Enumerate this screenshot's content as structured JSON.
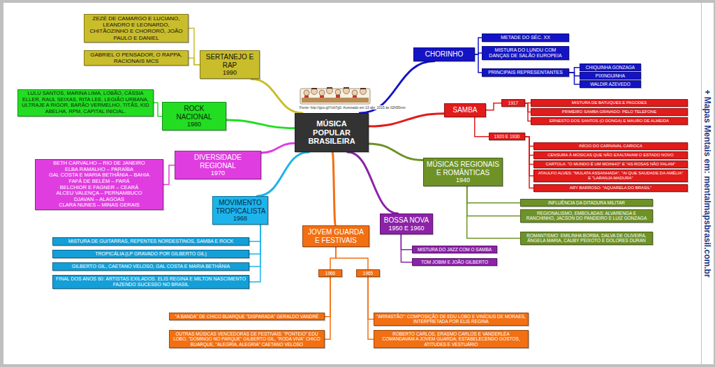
{
  "diagram": {
    "nodes": [
      {
        "text": [
          "MÚSICA POPULAR BRASILEIRA"
        ]
      },
      {
        "text": [
          "CHORINHO"
        ]
      },
      {
        "text": [
          "METADE DO SÉC. XX"
        ]
      },
      {
        "text": [
          "MISTURA DO LUNDU COM DANÇAS DE SALÃO EUROPEIA"
        ]
      },
      {
        "text": [
          "PRINCIPAIS REPRESENTANTES"
        ]
      },
      {
        "text": [
          "CHIQUINHA GONZAGA"
        ]
      },
      {
        "text": [
          "PIXINGUINHA"
        ]
      },
      {
        "text": [
          "WALDIR AZEVEDO"
        ]
      },
      {
        "text": [
          "SAMBA"
        ]
      },
      {
        "text": [
          "1917"
        ]
      },
      {
        "text": [
          "MISTURA DE BATUQUES E PAGODES"
        ]
      },
      {
        "text": [
          "PRIMEIRO SAMBA GRAVADO: PELO TELEFONE"
        ]
      },
      {
        "text": [
          "ERNESTO DOS SANTOS (O DONGA) E MAURO DE ALMEIDA"
        ]
      },
      {
        "text": [
          "1920 E 1930"
        ]
      },
      {
        "text": [
          "INÍCIO DO CARNAVAL CARIOCA"
        ]
      },
      {
        "text": [
          "CENSURA À MÚSICAS QUE NÃO EXALTAVAM O ESTADO NOVO"
        ]
      },
      {
        "text": [
          "CARTOLA: \"O MUNDO É UM MOINHO\" E \"AS ROSAS NÃO FALAM\""
        ]
      },
      {
        "text": [
          "ATAULFO ALVES: \"MULATA ASSANHADA\", \"AI QUE SAUDADE DA AMÉLIA\" E \"LARANJA MADURA\""
        ]
      },
      {
        "text": [
          "ARY BARROSO: \"AQUARELA DO BRASIL\""
        ]
      },
      {
        "text": [
          "MÚSICAS REGIONAIS E ROMÂNTICAS",
          "1940"
        ]
      },
      {
        "text": [
          "INFLUÊNCIA DA DITADURA MILITAR"
        ]
      },
      {
        "text": [
          "REGIONALISMO, EMBOLADAS: ALVARENGA E RANCHINHO, JACSON DO PANDEIRO E LUIZ GONZAGA"
        ]
      },
      {
        "text": [
          "ROMANTISMO: EMILINHA BORBA, DALVA DE OLIVEIRA, ÂNGELA MARIA, CAUBY PEIXOTO E DOLORES DURAN"
        ]
      },
      {
        "text": [
          "BOSSA NOVA",
          "1950 E 1960"
        ]
      },
      {
        "text": [
          "MISTURA DO JAZZ COM O SAMBA"
        ]
      },
      {
        "text": [
          "TOM JOBIM E JOÃO GILBERTO"
        ]
      },
      {
        "text": [
          "JOVEM GUARDA E FESTIVAIS"
        ]
      },
      {
        "text": [
          "1966"
        ]
      },
      {
        "text": [
          "\"A BANDA\" DE CHICO BUARQUE \"DISPARADA\" GERALDO VANDRÉ"
        ]
      },
      {
        "text": [
          "OUTRAS MÚSICAS VENCEDORAS DE FESTIVAIS: \"PONTEIO\" EDU LOBO, \"DOMINGO NO PARQUE\" GILBERTO GIL, \"RODA VIVA\" CHICO BUARQUE, \"ALEGRIA, ALEGRIA\" CAETANO VELOSO"
        ]
      },
      {
        "text": [
          "1965"
        ]
      },
      {
        "text": [
          "\"ARRASTÃO\": COMPOSIÇÃO DE EDU LOBO E VINÍCIUS DE MORAES, INTERPRETADA POR ELIS REGINA"
        ]
      },
      {
        "text": [
          "ROBERTO CARLOS, ERASMO CARLOS E VANDERLÉA COMANDAVAM A JOVEM GUARDA; ESTABELECENDO GOSTOS, ATITUDES E VESTUÁRIO"
        ]
      },
      {
        "text": [
          "MOVIMENTO TROPICALISTA",
          "1968"
        ]
      },
      {
        "text": [
          "MISTURA DE GUITARRAS, REPENTES NORDESTINOS, SAMBA E ROCK"
        ]
      },
      {
        "text": [
          "TROPICÁLIA (LP GRAVADO POR GILBERTO GIL)"
        ]
      },
      {
        "text": [
          "GILBERTO GIL, CAETANO VELOSO, GAL COSTA E MARIA BETHÂNIA"
        ]
      },
      {
        "text": [
          "FINAL DOS ANOS 60: ARTISTAS EXILADOS. ELIS REGINA E MILTON NASCIMENTO FAZENDO SUCESSO NO BRASIL"
        ]
      },
      {
        "text": [
          "DIVERSIDADE REGIONAL",
          "1970"
        ]
      },
      {
        "text": [
          "BETH CARVALHO – RIO DE JANEIRO",
          "ELBA RAMALHO – PARAÍBA",
          "GAL COSTA E MARIA BETHÂNIA – BAHIA",
          "FAFÁ DE BELÉM – PARÁ",
          "BELCHIOR E FAGNER – CEARÁ",
          "ALCEU VALENÇA – PERNAMBUCO",
          "DJAVAN – ALAGOAS",
          "CLARA NUNES – MINAS GERAIS"
        ]
      },
      {
        "text": [
          "ROCK NACIONAL",
          "1980"
        ]
      },
      {
        "text": [
          "LULU SANTOS, MARINA LIMA, LOBÃO, CÁSSIA ELLER, RAUL SEIXAS, RITA LEE, LEGIÃO URBANA, ULTRAJE A RIGOR, BARÃO VERMELHO, TITÃS, KID ABELHA, RPM, CAPITAL INICIAL."
        ]
      },
      {
        "text": [
          "SERTANEJO E RAP",
          "1990"
        ]
      },
      {
        "text": [
          "ZEZÉ DE CAMARGO E LUCIANO, LEANDRO E LEONARDO, CHITÃOZINHO E CHORORÓ, JOÃO PAULO E DANIEL"
        ]
      },
      {
        "text": [
          "GABRIEL O PENSADOR, O RAPPA, RACIONAIS MCS"
        ]
      }
    ],
    "edges": [
      {
        "from": 0,
        "to": 1,
        "arrow": "none"
      },
      {
        "from": 0,
        "to": 8,
        "arrow": "none"
      },
      {
        "from": 0,
        "to": 19,
        "arrow": "none"
      },
      {
        "from": 0,
        "to": 23,
        "arrow": "none"
      },
      {
        "from": 0,
        "to": 26,
        "arrow": "none"
      },
      {
        "from": 0,
        "to": 33,
        "arrow": "none"
      },
      {
        "from": 0,
        "to": 38,
        "arrow": "none"
      },
      {
        "from": 0,
        "to": 40,
        "arrow": "none"
      },
      {
        "from": 0,
        "to": 42,
        "arrow": "none"
      },
      {
        "from": 1,
        "to": 2,
        "arrow": "none"
      },
      {
        "from": 1,
        "to": 3,
        "arrow": "none"
      },
      {
        "from": 1,
        "to": 4,
        "arrow": "none"
      },
      {
        "from": 4,
        "to": 5,
        "arrow": "none"
      },
      {
        "from": 4,
        "to": 6,
        "arrow": "none"
      },
      {
        "from": 4,
        "to": 7,
        "arrow": "none"
      },
      {
        "from": 8,
        "to": 9,
        "arrow": "none"
      },
      {
        "from": 8,
        "to": 13,
        "arrow": "none"
      },
      {
        "from": 9,
        "to": 10,
        "arrow": "none"
      },
      {
        "from": 9,
        "to": 11,
        "arrow": "none"
      },
      {
        "from": 9,
        "to": 12,
        "arrow": "none"
      },
      {
        "from": 13,
        "to": 14,
        "arrow": "none"
      },
      {
        "from": 13,
        "to": 15,
        "arrow": "none"
      },
      {
        "from": 13,
        "to": 16,
        "arrow": "none"
      },
      {
        "from": 13,
        "to": 17,
        "arrow": "none"
      },
      {
        "from": 13,
        "to": 18,
        "arrow": "none"
      },
      {
        "from": 19,
        "to": 20,
        "arrow": "none"
      },
      {
        "from": 19,
        "to": 21,
        "arrow": "none"
      },
      {
        "from": 19,
        "to": 22,
        "arrow": "none"
      },
      {
        "from": 23,
        "to": 24,
        "arrow": "none"
      },
      {
        "from": 23,
        "to": 25,
        "arrow": "none"
      },
      {
        "from": 26,
        "to": 27,
        "arrow": "none"
      },
      {
        "from": 26,
        "to": 30,
        "arrow": "none"
      },
      {
        "from": 27,
        "to": 28,
        "arrow": "none"
      },
      {
        "from": 27,
        "to": 29,
        "arrow": "none"
      },
      {
        "from": 30,
        "to": 31,
        "arrow": "none"
      },
      {
        "from": 30,
        "to": 32,
        "arrow": "none"
      },
      {
        "from": 33,
        "to": 34,
        "arrow": "none"
      },
      {
        "from": 33,
        "to": 35,
        "arrow": "none"
      },
      {
        "from": 33,
        "to": 36,
        "arrow": "none"
      },
      {
        "from": 33,
        "to": 37,
        "arrow": "none"
      },
      {
        "from": 38,
        "to": 39,
        "arrow": "none"
      },
      {
        "from": 40,
        "to": 41,
        "arrow": "none"
      },
      {
        "from": 42,
        "to": 43,
        "arrow": "none"
      },
      {
        "from": 42,
        "to": 44,
        "arrow": "none"
      }
    ],
    "labels": [
      "Fonte: http://goo.gl/YoIt7g0. Acessado em 13 abr. 2015 às 02h55min",
      "+ Mapas Mentais em: mentalmapsbrasil.com.br"
    ]
  }
}
